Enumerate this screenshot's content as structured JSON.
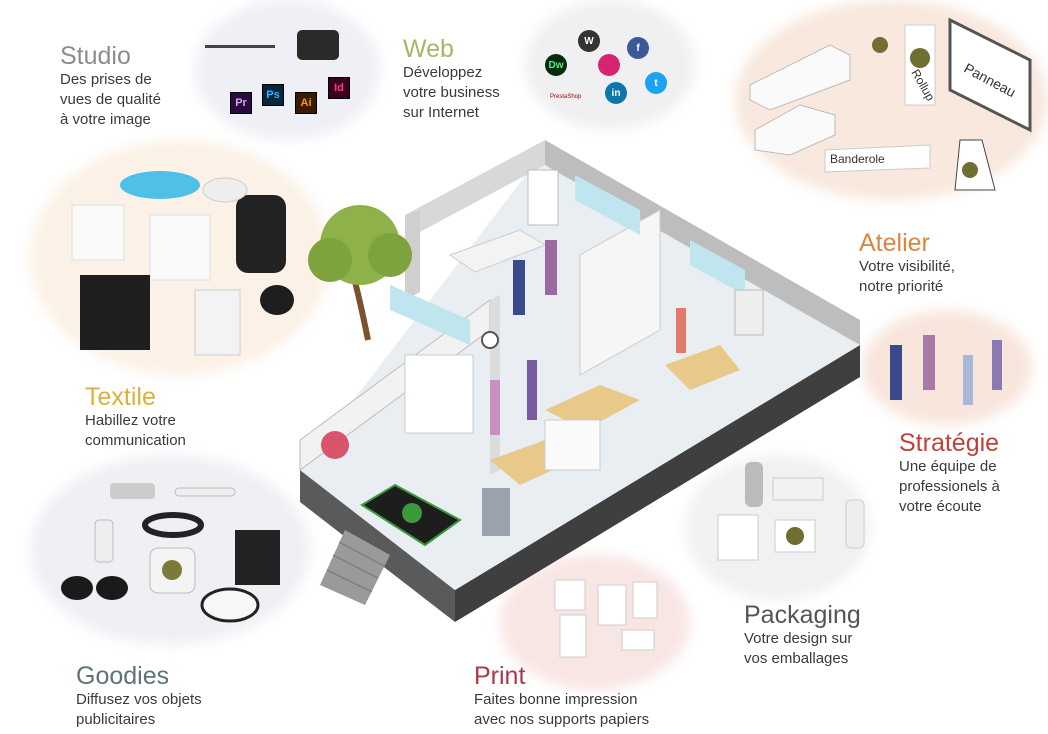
{
  "sections": {
    "studio": {
      "title": "Studio",
      "lines": [
        "Des prises de",
        "vues de qualité",
        "à votre image"
      ],
      "color": "#8c8c8c"
    },
    "web": {
      "title": "Web",
      "lines": [
        "Développez",
        "votre business",
        "sur Internet"
      ],
      "color": "#a3b86a"
    },
    "atelier": {
      "title": "Atelier",
      "lines": [
        "Votre visibilité,",
        "notre priorité"
      ],
      "color": "#d9863f"
    },
    "strategie": {
      "title": "Stratégie",
      "lines": [
        "Une équipe de",
        "professionels à",
        "votre écoute"
      ],
      "color": "#c0413a"
    },
    "textile": {
      "title": "Textile",
      "lines": [
        "Habillez votre",
        "communication"
      ],
      "color": "#d8b23a"
    },
    "goodies": {
      "title": "Goodies",
      "lines": [
        "Diffusez vos objets",
        "publicitaires"
      ],
      "color": "#5e7378"
    },
    "print": {
      "title": "Print",
      "lines": [
        "Faites bonne impression",
        "avec nos supports papiers"
      ],
      "color": "#a8384a"
    },
    "packaging": {
      "title": "Packaging",
      "lines": [
        "Votre design sur",
        "vos emballages"
      ],
      "color": "#555555"
    }
  },
  "atelier_items": {
    "rollup": "Rollup",
    "panneau": "Panneau",
    "banderole": "Banderole"
  },
  "studio_apps": [
    "Pr",
    "Ps",
    "Ai",
    "Id"
  ],
  "web_icons": [
    "Dw",
    "W",
    "f",
    "in",
    "t",
    "PrestaShop"
  ],
  "colors": {
    "peach": "#f8e8dd",
    "lavender": "#eeeef5",
    "pink": "#f8e4e2",
    "floor": "#e8eef1",
    "wall": "#f4f4f4"
  }
}
